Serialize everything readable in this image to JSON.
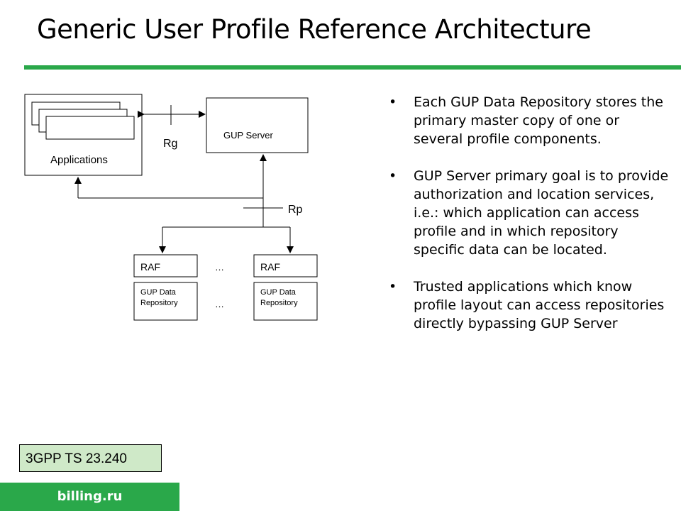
{
  "title": "Generic User Profile Reference Architecture",
  "colors": {
    "accent": "#2aa84a",
    "ref_box_bg": "#cfe9c8"
  },
  "diagram": {
    "applications_label": "Applications",
    "gup_server_label": "GUP Server",
    "rg_label": "Rg",
    "rp_label": "Rp",
    "raf_left": "RAF",
    "raf_right": "RAF",
    "repo_left": [
      "GUP Data",
      "Repository"
    ],
    "repo_right": [
      "GUP Data",
      "Repository"
    ],
    "ellipsis": "…"
  },
  "bullets": [
    {
      "marker": "•",
      "text": "Each GUP Data Repository stores the primary master copy of one or several profile components."
    },
    {
      "marker": "•",
      "text": "GUP Server primary goal is to provide authorization and location services, i.e.: which application can access profile and in which repository specific data can be located."
    },
    {
      "marker": "•",
      "text": "Trusted applications which know profile layout can access repositories directly bypassing GUP Server"
    }
  ],
  "reference": "3GPP TS 23.240",
  "footer": "billing.ru"
}
